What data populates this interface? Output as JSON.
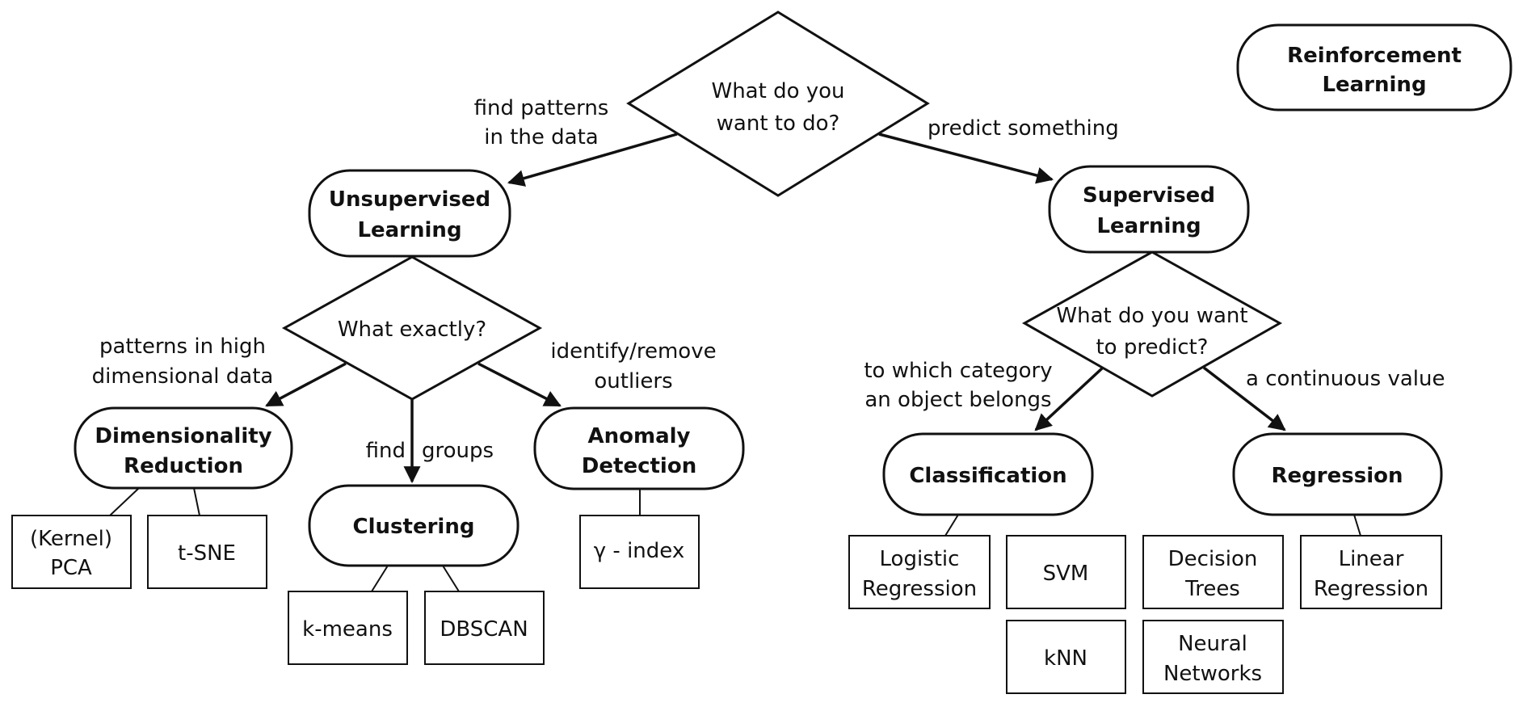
{
  "questions": {
    "root": [
      "What do you",
      "want to do?"
    ],
    "unsupervised": [
      "What exactly?"
    ],
    "supervised": [
      "What do you want",
      "to predict?"
    ]
  },
  "nodes": {
    "reinforcement": [
      "Reinforcement",
      "Learning"
    ],
    "unsupervised": [
      "Unsupervised",
      "Learning"
    ],
    "supervised": [
      "Supervised",
      "Learning"
    ],
    "dimred": [
      "Dimensionality",
      "Reduction"
    ],
    "clustering": [
      "Clustering"
    ],
    "anomaly": [
      "Anomaly",
      "Detection"
    ],
    "classification": [
      "Classification"
    ],
    "regression": [
      "Regression"
    ]
  },
  "edge_labels": {
    "find_patterns": [
      "find patterns",
      "in the data"
    ],
    "predict_something": [
      "predict something"
    ],
    "patterns_high": [
      "patterns in high",
      "dimensional data"
    ],
    "find": [
      "find"
    ],
    "groups": [
      "groups"
    ],
    "outliers": [
      "identify/remove",
      "outliers"
    ],
    "category": [
      "to which category",
      "an object belongs"
    ],
    "continuous": [
      "a continuous value"
    ]
  },
  "leaves": {
    "pca": [
      "(Kernel)",
      "PCA"
    ],
    "tsne": [
      "t-SNE"
    ],
    "kmeans": [
      "k-means"
    ],
    "dbscan": [
      "DBSCAN"
    ],
    "gamma": [
      "γ - index"
    ],
    "logreg": [
      "Logistic",
      "Regression"
    ],
    "svm": [
      "SVM"
    ],
    "knn": [
      "kNN"
    ],
    "dtrees": [
      "Decision",
      "Trees"
    ],
    "nn": [
      "Neural",
      "Networks"
    ],
    "linreg": [
      "Linear",
      "Regression"
    ]
  }
}
